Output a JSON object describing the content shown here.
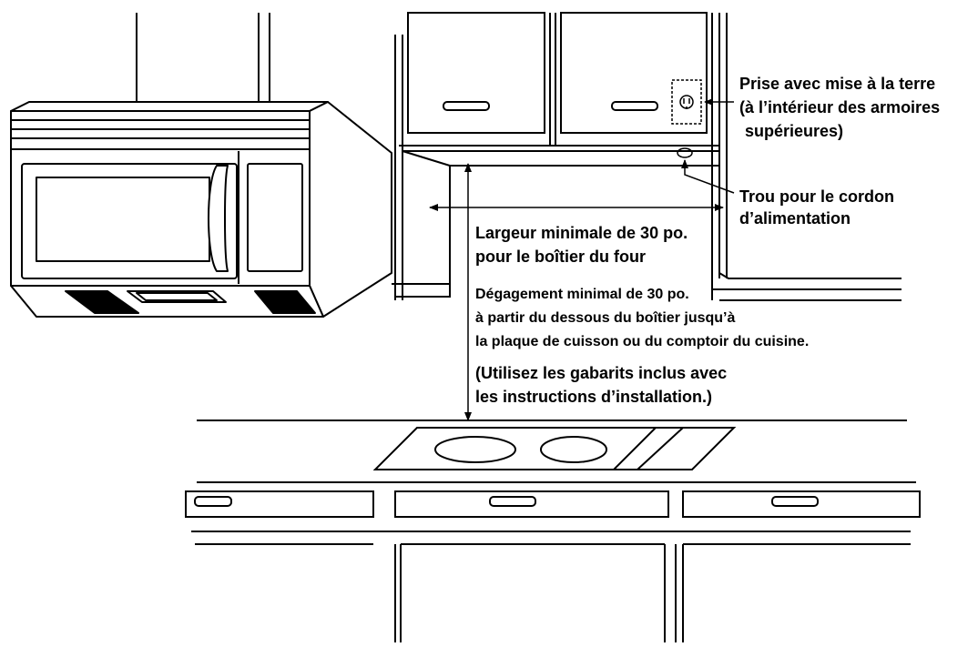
{
  "labels": {
    "outlet_line1": "Prise avec mise à la terre",
    "outlet_line2": "(à l’intérieur des armoires",
    "outlet_line3": "supérieures)",
    "cord_hole_line1": "Trou pour le cordon",
    "cord_hole_line2": "d’alimentation",
    "width_line1": "Largeur minimale de 30 po.",
    "width_line2": "pour le boîtier du four",
    "clearance_line1": "Dégagement minimal de 30 po.",
    "clearance_line2": "à partir du dessous du boîtier jusqu’à",
    "clearance_line3": "la plaque de cuisson ou du comptoir du cuisine.",
    "templates_line1": "(Utilisez les gabarits inclus avec",
    "templates_line2": "les instructions d’installation.)"
  },
  "colors": {
    "line": "#000000",
    "background": "#ffffff"
  }
}
